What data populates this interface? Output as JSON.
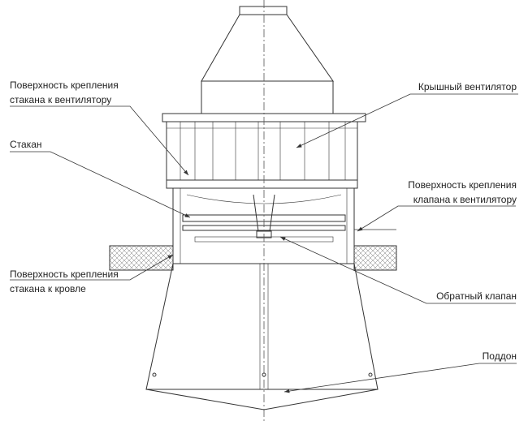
{
  "labels": {
    "mount_glass_fan": [
      "Поверхность крепления",
      "стакана к вентилятору"
    ],
    "roof_fan": "Крышный вентилятор",
    "glass": "Стакан",
    "mount_valve_fan": [
      "Поверхность крепления",
      "клапана к вентилятору"
    ],
    "mount_glass_roof": [
      "Поверхность крепления",
      "стакана к кровле"
    ],
    "check_valve": "Обратный клапан",
    "tray": "Поддон"
  }
}
